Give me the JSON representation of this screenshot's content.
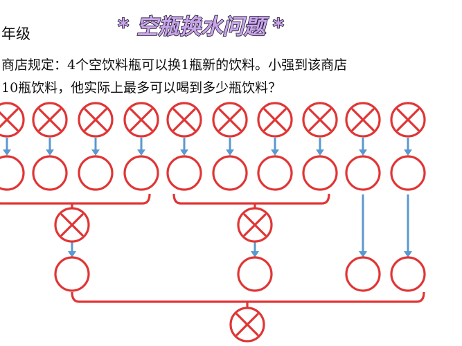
{
  "title": "* 空瓶换水问题 *",
  "grade_label": "年级",
  "problem": {
    "line1": "商店规定：4个空饮料瓶可以换1瓶新的饮料。小强到该商店",
    "line2": "10瓶饮料，他实际上最多可以喝到多少瓶饮料？"
  },
  "icons": {
    "empty_bottle": "crossed-circle-icon",
    "full_bottle": "circle-icon"
  },
  "colors": {
    "circle": "#e03535",
    "arrow": "#5b98cf",
    "title_fill": "#c9a6ea"
  }
}
